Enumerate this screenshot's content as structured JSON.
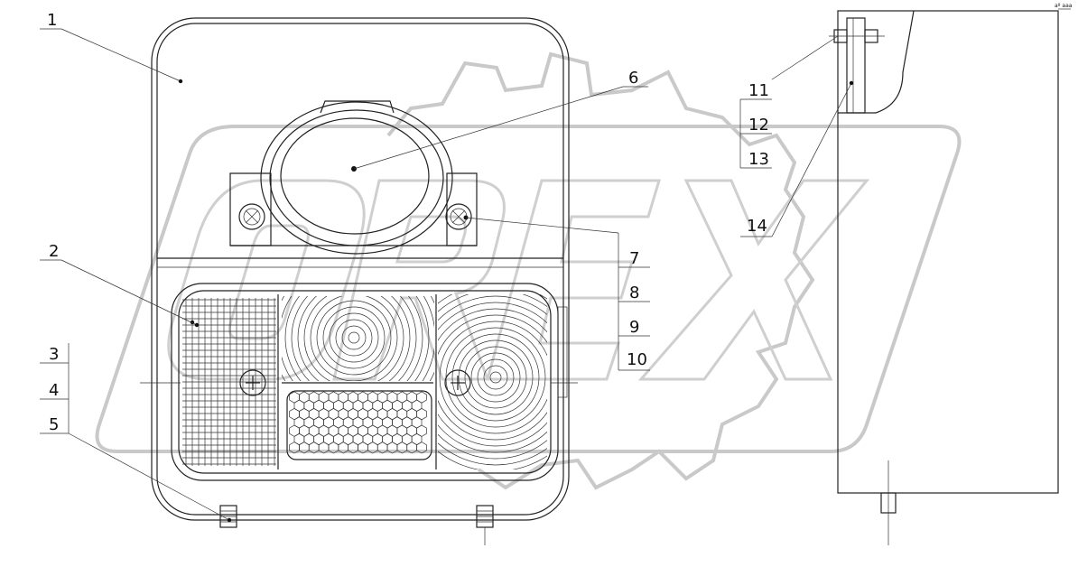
{
  "corner_mark": "aº aaa",
  "callouts": {
    "c1": "1",
    "c2": "2",
    "c3": "3",
    "c4": "4",
    "c5": "5",
    "c6": "6",
    "c7": "7",
    "c8": "8",
    "c9": "9",
    "c10": "10",
    "c11": "11",
    "c12": "12",
    "c13": "13",
    "c14": "14"
  },
  "watermark_text": "OREX"
}
